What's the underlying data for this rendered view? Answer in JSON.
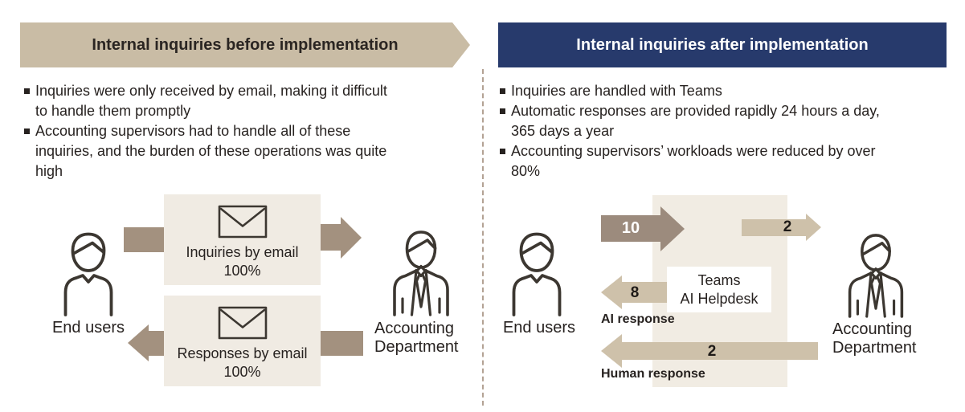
{
  "left": {
    "header": "Internal inquiries before implementation",
    "bullets": [
      "Inquiries were only received by email, making it difficult\nto handle them promptly",
      "Accounting supervisors had to handle all of these\ninquiries, and the burden of these operations was quite\nhigh"
    ],
    "end_users_label": "End users",
    "accounting_label": "Accounting\nDepartment",
    "boxes": [
      {
        "title": "Inquiries by email",
        "value": "100%"
      },
      {
        "title": "Responses by email",
        "value": "100%"
      }
    ]
  },
  "right": {
    "header": "Internal inquiries after implementation",
    "bullets": [
      "Inquiries are handled with Teams",
      "Automatic responses are provided rapidly 24 hours a day,\n365 days a year",
      "Accounting supervisors’ workloads were reduced by over\n80%"
    ],
    "end_users_label": "End users",
    "accounting_label": "Accounting\nDepartment",
    "helpdesk_label": "Teams\nAI Helpdesk",
    "arrows": {
      "inquiries_count": "10",
      "handoff_count": "2",
      "ai_response_count": "8",
      "ai_response_label": "AI response",
      "human_response_count": "2",
      "human_response_label": "Human response"
    }
  },
  "colors": {
    "banner_before_bg": "#c9bca5",
    "banner_after_bg": "#273a6c",
    "arrow_taupe": "#a3917f",
    "arrow_dark_taupe": "#9c8b7d",
    "arrow_light_tan": "#cec1aa",
    "box_bg": "#f0ebe3",
    "panel_bg": "#f1ece3",
    "text": "#272220"
  }
}
